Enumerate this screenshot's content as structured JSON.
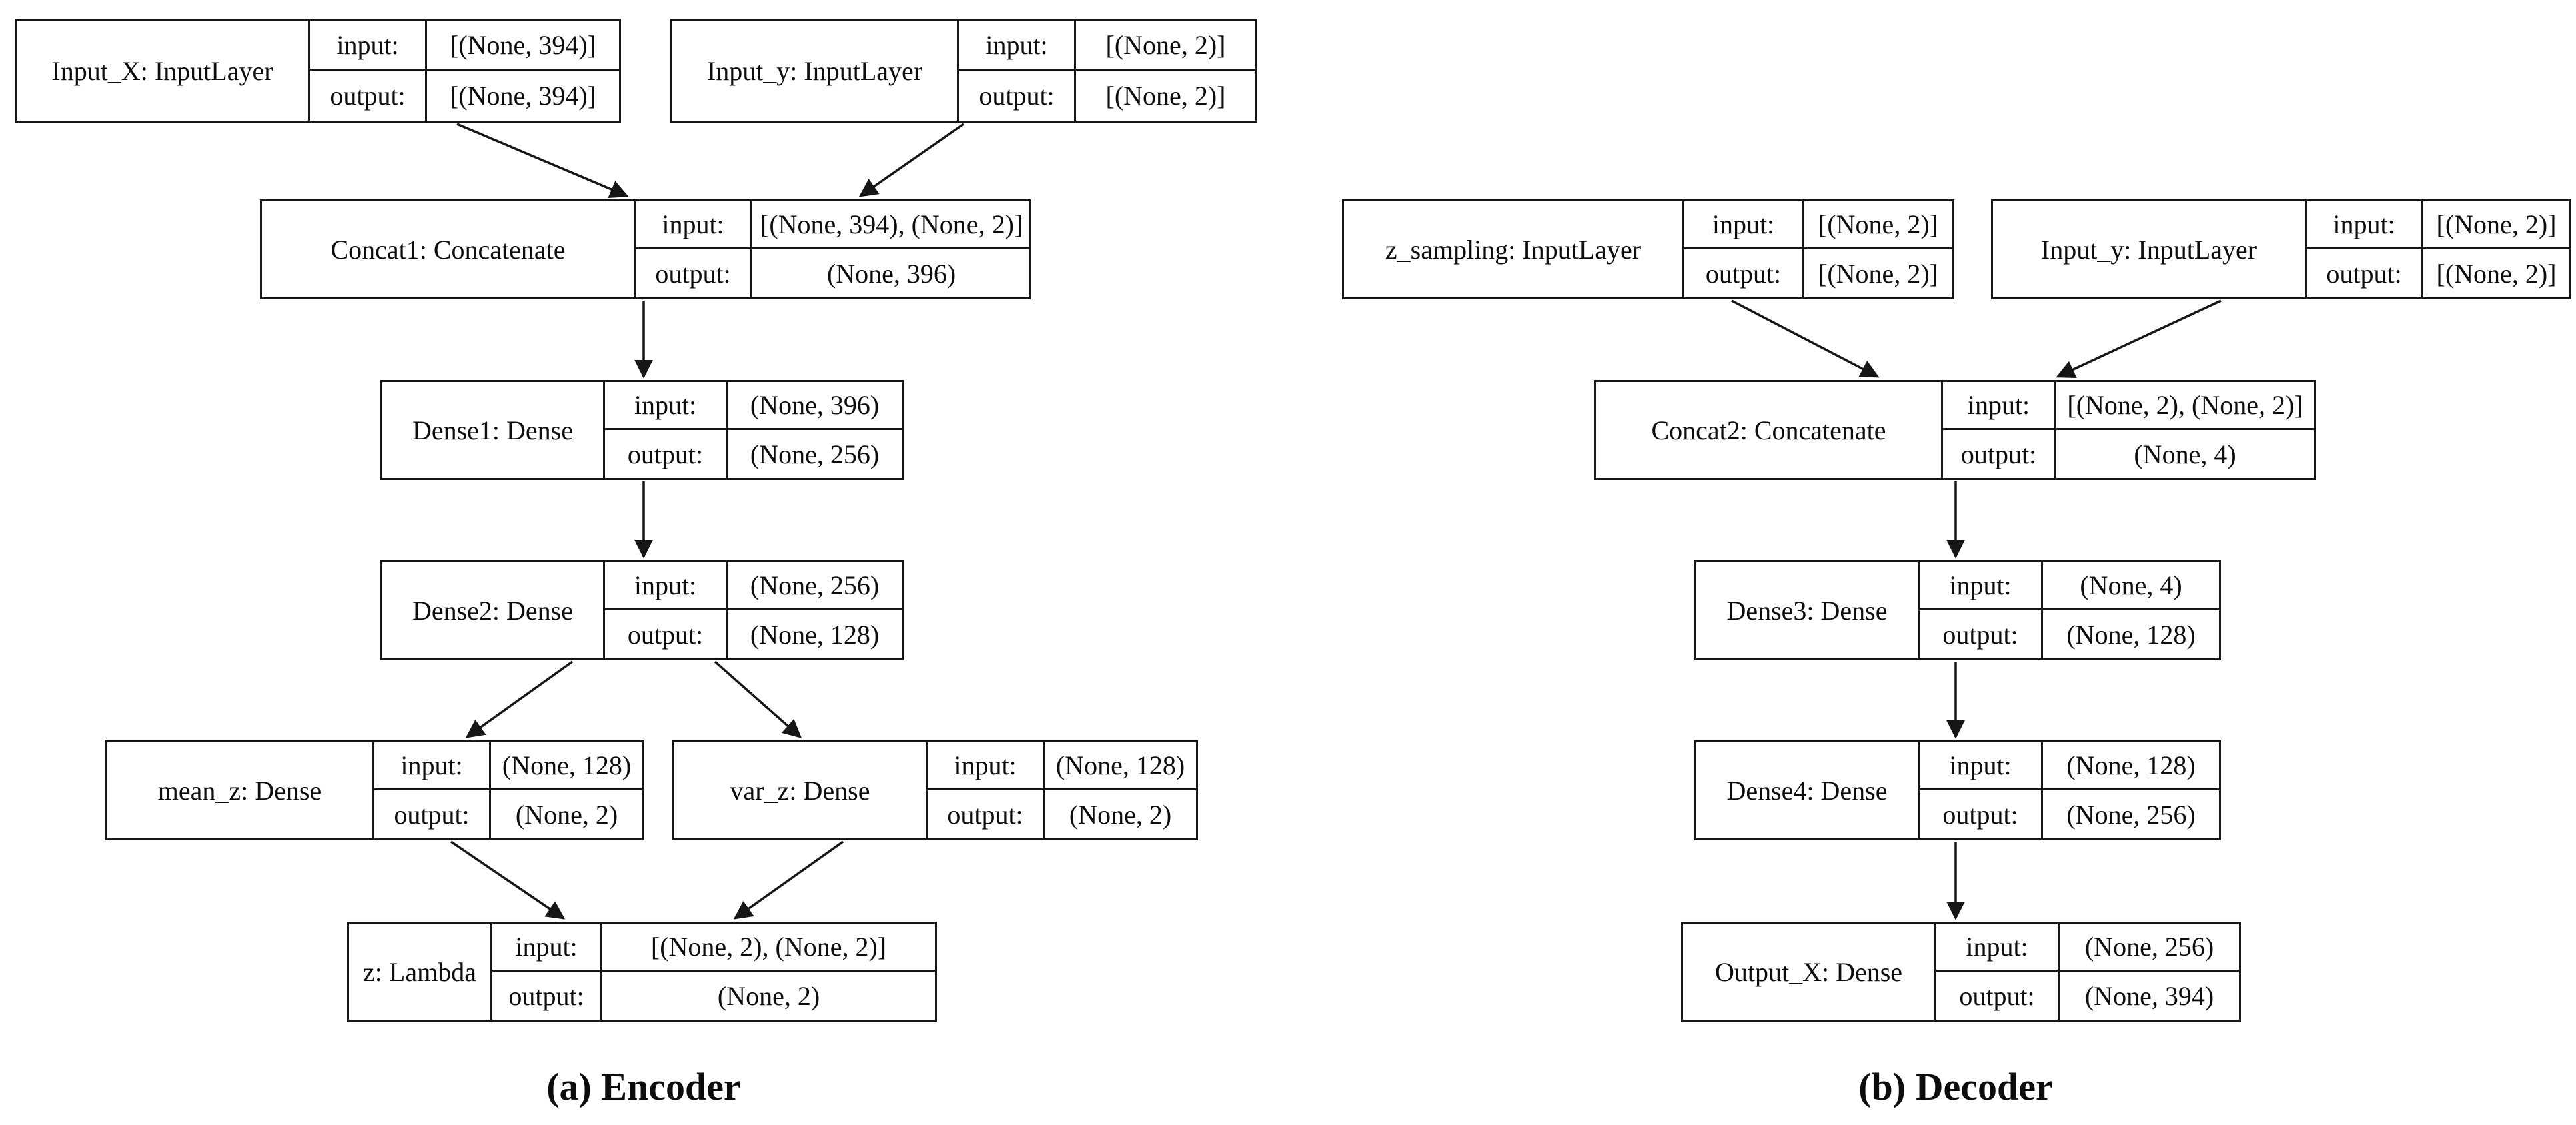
{
  "figure": {
    "labels": {
      "input": "input:",
      "output": "output:"
    },
    "colors": {
      "line": "#161616",
      "background": "#ffffff",
      "text": "#0d0d0d"
    },
    "panels": [
      {
        "caption": "(a) Encoder",
        "nodes": [
          {
            "name": "Input_X: InputLayer",
            "input_shape": "[(None, 394)]",
            "output_shape": "[(None, 394)]"
          },
          {
            "name": "Input_y: InputLayer",
            "input_shape": "[(None, 2)]",
            "output_shape": "[(None, 2)]"
          },
          {
            "name": "Concat1: Concatenate",
            "input_shape": "[(None, 394), (None, 2)]",
            "output_shape": "(None, 396)"
          },
          {
            "name": "Dense1: Dense",
            "input_shape": "(None, 396)",
            "output_shape": "(None, 256)"
          },
          {
            "name": "Dense2: Dense",
            "input_shape": "(None, 256)",
            "output_shape": "(None, 128)"
          },
          {
            "name": "mean_z: Dense",
            "input_shape": "(None, 128)",
            "output_shape": "(None, 2)"
          },
          {
            "name": "var_z: Dense",
            "input_shape": "(None, 128)",
            "output_shape": "(None, 2)"
          },
          {
            "name": "z: Lambda",
            "input_shape": "[(None, 2), (None, 2)]",
            "output_shape": "(None, 2)"
          }
        ],
        "edges": [
          [
            "Input_X",
            "Concat1"
          ],
          [
            "Input_y",
            "Concat1"
          ],
          [
            "Concat1",
            "Dense1"
          ],
          [
            "Dense1",
            "Dense2"
          ],
          [
            "Dense2",
            "mean_z"
          ],
          [
            "Dense2",
            "var_z"
          ],
          [
            "mean_z",
            "z"
          ],
          [
            "var_z",
            "z"
          ]
        ]
      },
      {
        "caption": "(b) Decoder",
        "nodes": [
          {
            "name": "z_sampling: InputLayer",
            "input_shape": "[(None, 2)]",
            "output_shape": "[(None, 2)]"
          },
          {
            "name": "Input_y: InputLayer",
            "input_shape": "[(None, 2)]",
            "output_shape": "[(None, 2)]"
          },
          {
            "name": "Concat2: Concatenate",
            "input_shape": "[(None, 2), (None, 2)]",
            "output_shape": "(None, 4)"
          },
          {
            "name": "Dense3: Dense",
            "input_shape": "(None, 4)",
            "output_shape": "(None, 128)"
          },
          {
            "name": "Dense4: Dense",
            "input_shape": "(None, 128)",
            "output_shape": "(None, 256)"
          },
          {
            "name": "Output_X: Dense",
            "input_shape": "(None, 256)",
            "output_shape": "(None, 394)"
          }
        ],
        "edges": [
          [
            "z_sampling",
            "Concat2"
          ],
          [
            "Input_y",
            "Concat2"
          ],
          [
            "Concat2",
            "Dense3"
          ],
          [
            "Dense3",
            "Dense4"
          ],
          [
            "Dense4",
            "Output_X"
          ]
        ]
      }
    ]
  }
}
